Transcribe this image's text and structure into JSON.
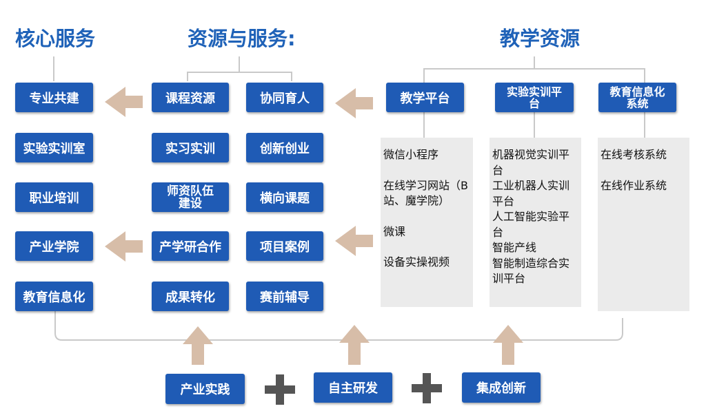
{
  "headings": {
    "core": "核心服务",
    "resources": "资源与服务:",
    "teaching": "教学资源"
  },
  "core_services": [
    "专业共建",
    "实验实训室",
    "职业培训",
    "产业学院",
    "教育信息化"
  ],
  "resources_col1": [
    "课程资源",
    "实习实训",
    "师资队伍建设",
    "产学研合作",
    "成果转化"
  ],
  "resources_col2": [
    "协同育人",
    "创新创业",
    "横向课题",
    "项目案例",
    "赛前辅导"
  ],
  "teaching": {
    "platform": {
      "title": "教学平台",
      "items": [
        "微信小程序",
        "在线学习网站（B站、魔学院）",
        "微课",
        "设备实操视频"
      ]
    },
    "lab": {
      "title": "实验实训平台",
      "items": [
        "机器视觉实训平台",
        "工业机器人实训平台",
        "人工智能实验平台",
        "智能产线",
        "智能制造综合实训平台"
      ]
    },
    "info": {
      "title": "教育信息化系统",
      "items": [
        "在线考核系统",
        "在线作业系统"
      ]
    }
  },
  "bottom": [
    "产业实践",
    "自主研发",
    "集成创新"
  ],
  "colors": {
    "box": "#1f5bb5",
    "heading": "#1f62b8",
    "arrow": "#d7bda8",
    "plus": "#555555",
    "panel": "#ebebeb",
    "line": "#c9c9c9"
  }
}
